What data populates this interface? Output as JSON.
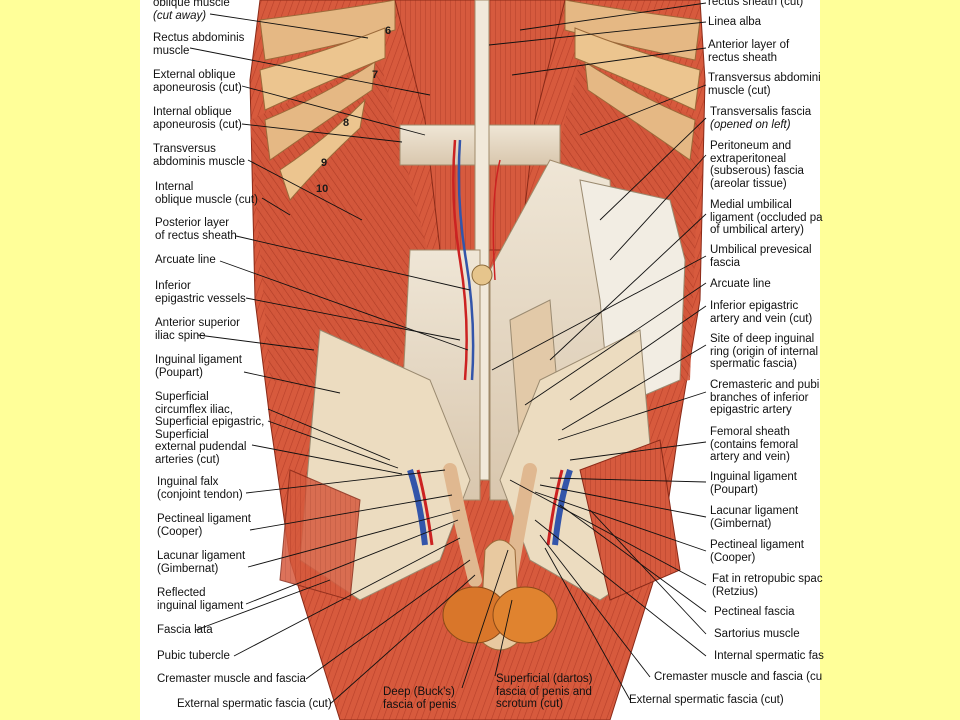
{
  "left_labels": [
    {
      "id": "oblique-cut-away",
      "lines": [
        "oblique muscle",
        "(cut away)"
      ],
      "italic": [
        false,
        true
      ]
    },
    {
      "id": "rectus-abdominis",
      "lines": [
        "Rectus abdominis",
        "muscle"
      ]
    },
    {
      "id": "external-oblique-aponeurosis",
      "lines": [
        "External oblique",
        "aponeurosis (cut)"
      ]
    },
    {
      "id": "internal-oblique-aponeurosis",
      "lines": [
        "Internal oblique",
        "aponeurosis (cut)"
      ]
    },
    {
      "id": "transversus-abdominis-left",
      "lines": [
        "Transversus",
        "abdominis muscle"
      ]
    },
    {
      "id": "internal-oblique-muscle",
      "lines": [
        "Internal",
        "oblique muscle (cut)"
      ]
    },
    {
      "id": "posterior-rectus-sheath",
      "lines": [
        "Posterior layer",
        "of rectus sheath"
      ]
    },
    {
      "id": "arcuate-line-left",
      "lines": [
        "Arcuate line"
      ]
    },
    {
      "id": "inferior-epigastric-vessels",
      "lines": [
        "Inferior",
        "epigastric vessels"
      ]
    },
    {
      "id": "anterior-superior-iliac-spine",
      "lines": [
        "Anterior superior",
        "iliac spine"
      ]
    },
    {
      "id": "inguinal-ligament-left",
      "lines": [
        "Inguinal ligament",
        "(Poupart)"
      ]
    },
    {
      "id": "superficial-arteries",
      "lines": [
        "Superficial",
        "circumflex iliac,",
        "Superficial epigastric,",
        "Superficial",
        "external pudendal",
        "arteries (cut)"
      ]
    },
    {
      "id": "inguinal-falx",
      "lines": [
        "Inguinal falx",
        "(conjoint tendon)"
      ]
    },
    {
      "id": "pectineal-ligament-left",
      "lines": [
        "Pectineal ligament",
        "(Cooper)"
      ]
    },
    {
      "id": "lacunar-ligament-left",
      "lines": [
        "Lacunar ligament",
        "(Gimbernat)"
      ]
    },
    {
      "id": "reflected-inguinal-ligament",
      "lines": [
        "Reflected",
        "inguinal ligament"
      ]
    },
    {
      "id": "fascia-lata",
      "lines": [
        "Fascia lata"
      ]
    },
    {
      "id": "pubic-tubercle",
      "lines": [
        "Pubic tubercle"
      ]
    },
    {
      "id": "cremaster-muscle-left",
      "lines": [
        "Cremaster muscle and fascia"
      ]
    },
    {
      "id": "external-spermatic-fascia-left",
      "lines": [
        "External spermatic fascia (cut)"
      ]
    }
  ],
  "right_labels": [
    {
      "id": "rectus-sheath-cut",
      "lines": [
        "rectus sheath (cut)"
      ]
    },
    {
      "id": "linea-alba",
      "lines": [
        "Linea alba"
      ]
    },
    {
      "id": "anterior-rectus-sheath",
      "lines": [
        "Anterior layer of",
        "rectus sheath"
      ]
    },
    {
      "id": "transversus-abdominis-right",
      "lines": [
        "Transversus abdomini",
        "muscle (cut)"
      ]
    },
    {
      "id": "transversalis-fascia",
      "lines": [
        "Transversalis fascia",
        "(opened on left)"
      ]
    },
    {
      "id": "peritoneum",
      "lines": [
        "Peritoneum and",
        "extraperitoneal",
        "(subserous) fascia",
        "(areolar tissue)"
      ]
    },
    {
      "id": "medial-umbilical-ligament",
      "lines": [
        "Medial umbilical",
        "ligament (occluded pa",
        "of umbilical artery)"
      ]
    },
    {
      "id": "umbilical-prevesical-fascia",
      "lines": [
        "Umbilical prevesical",
        "fascia"
      ]
    },
    {
      "id": "arcuate-line-right",
      "lines": [
        "Arcuate line"
      ]
    },
    {
      "id": "inferior-epigastric-artery-vein",
      "lines": [
        "Inferior epigastric",
        "artery and vein (cut)"
      ]
    },
    {
      "id": "deep-inguinal-ring",
      "lines": [
        "Site of deep inguinal",
        "ring (origin of internal",
        "spermatic fascia)"
      ]
    },
    {
      "id": "cremasteric-pubic-branches",
      "lines": [
        "Cremasteric and pubi",
        "branches of inferior",
        "epigastric artery"
      ]
    },
    {
      "id": "femoral-sheath",
      "lines": [
        "Femoral sheath",
        "(contains femoral",
        "artery and vein)"
      ]
    },
    {
      "id": "inguinal-ligament-right",
      "lines": [
        "Inguinal ligament",
        "(Poupart)"
      ]
    },
    {
      "id": "lacunar-ligament-right",
      "lines": [
        "Lacunar ligament",
        "(Gimbernat)"
      ]
    },
    {
      "id": "pectineal-ligament-right",
      "lines": [
        "Pectineal ligament",
        "(Cooper)"
      ]
    },
    {
      "id": "fat-retropubic-space",
      "lines": [
        "Fat in retropubic spac",
        "(Retzius)"
      ]
    },
    {
      "id": "pectineal-fascia",
      "lines": [
        "Pectineal fascia"
      ]
    },
    {
      "id": "sartorius-muscle",
      "lines": [
        "Sartorius muscle"
      ]
    },
    {
      "id": "internal-spermatic-fascia",
      "lines": [
        "Internal spermatic fas"
      ]
    },
    {
      "id": "cremaster-muscle-right",
      "lines": [
        "Cremaster muscle and fascia (cu"
      ]
    },
    {
      "id": "external-spermatic-fascia-right",
      "lines": [
        "External spermatic fascia (cut)"
      ]
    }
  ],
  "bottom_labels": [
    {
      "id": "bucks-fascia",
      "lines": [
        "Deep (Buck's)",
        "fascia of penis"
      ]
    },
    {
      "id": "dartos-fascia",
      "lines": [
        "Superficial (dartos)",
        "fascia of penis and",
        "scrotum (cut)"
      ]
    }
  ],
  "rib_numbers": [
    "6",
    "7",
    "8",
    "9",
    "10"
  ],
  "colors": {
    "background": "#ffff99",
    "plate": "#ffffff",
    "muscle": "#d4543a",
    "muscle_dark": "#a8321f",
    "fascia": "#e9dcc8",
    "rib_cartilage": "#f0e0a0",
    "artery": "#cc2222",
    "vein": "#3355aa",
    "leader": "#111111"
  }
}
